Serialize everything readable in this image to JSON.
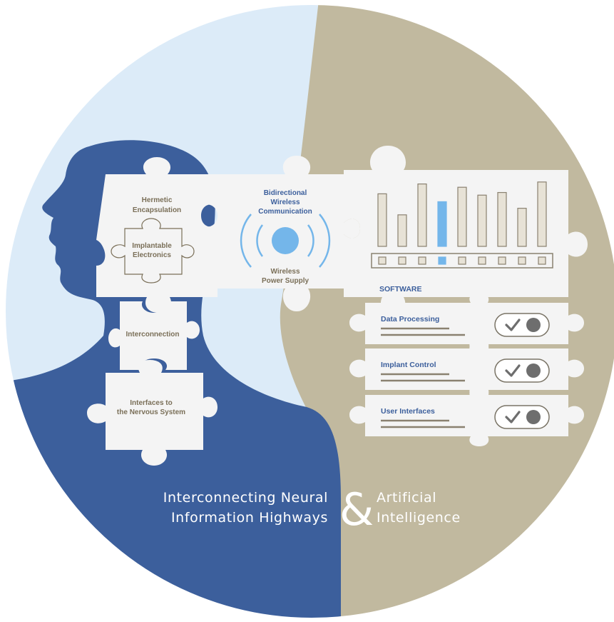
{
  "pieces": {
    "hermetic": "Hermetic",
    "encapsulation": "Encapsulation",
    "implantable": "Implantable",
    "electronics": "Electronics",
    "interconnection": "Interconnection",
    "interfaces_line1": "Interfaces to",
    "interfaces_line2": "the Nervous System",
    "bidirectional": "Bidirectional",
    "wireless": "Wireless",
    "communication": "Communication",
    "power_wireless": "Wireless",
    "power_supply": "Power Supply"
  },
  "software": {
    "label": "SOFTWARE",
    "bars": [
      0.8,
      0.48,
      0.95,
      0.68,
      0.9,
      0.78,
      0.82,
      0.58,
      0.98
    ],
    "highlight_index": 3,
    "rows": [
      "Data Processing",
      "Implant Control",
      "User Interfaces"
    ]
  },
  "title": {
    "left_line1": "Interconnecting Neural",
    "left_line2": "Information Highways",
    "ampersand": "&",
    "right_line1": "Artificial",
    "right_line2": "Intelligence"
  },
  "colors": {
    "light_blue": "#dcebf8",
    "tan": "#c1b99f",
    "navy": "#3c5f9c",
    "piece": "#f4f4f4",
    "accent": "#74b6ea"
  }
}
